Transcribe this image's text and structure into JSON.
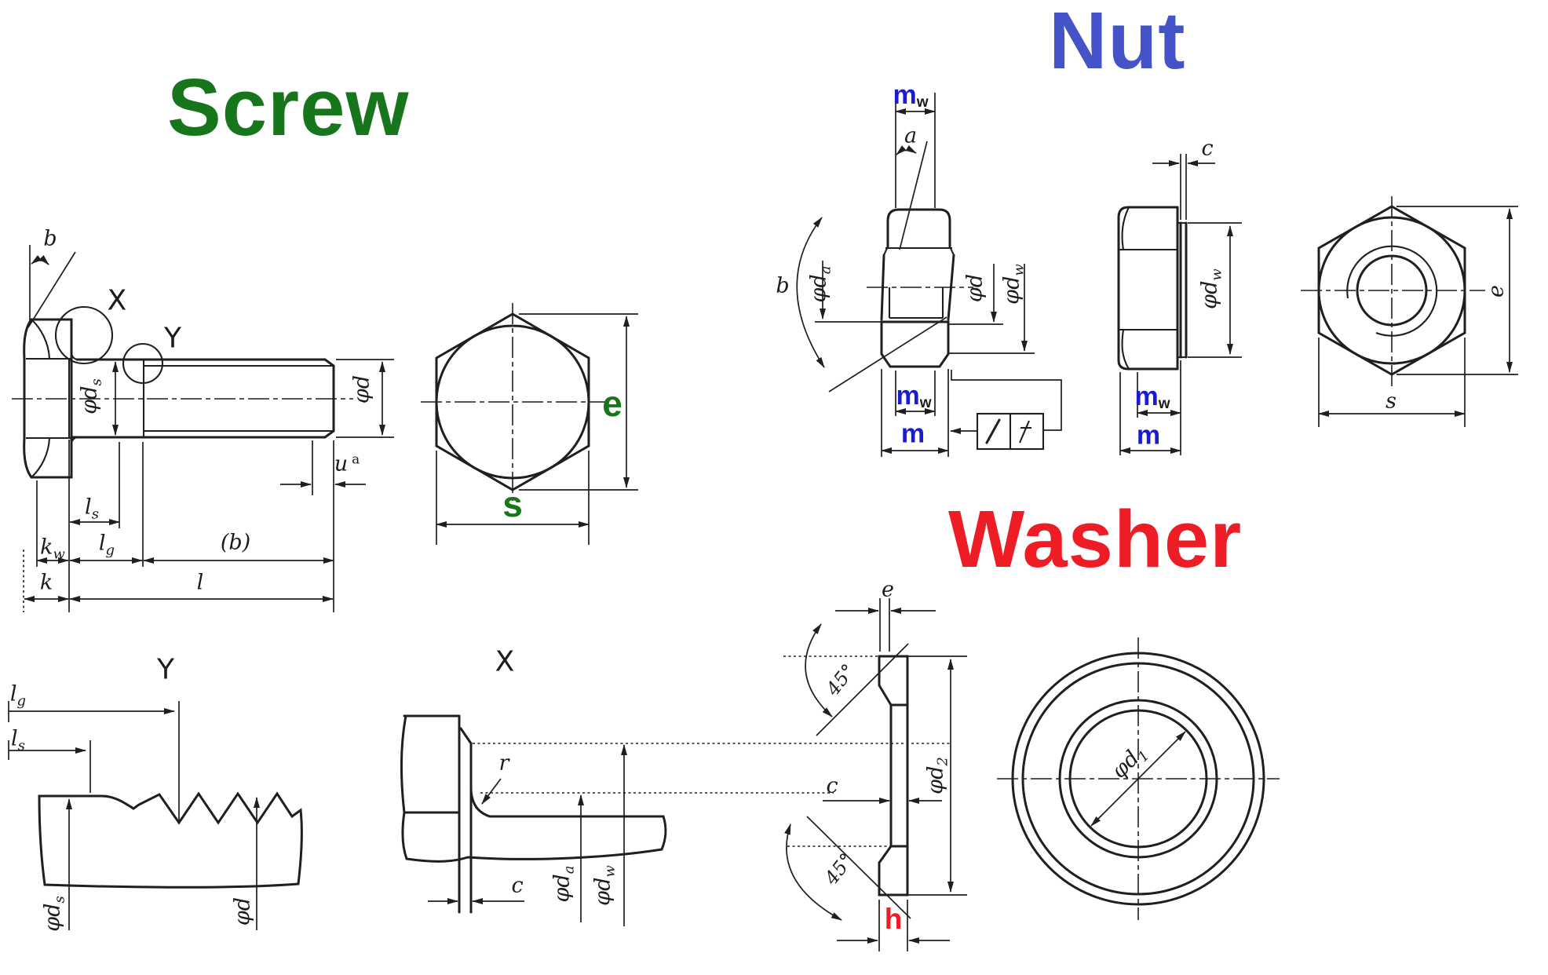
{
  "colors": {
    "screw_green": "#17761b",
    "nut_title_blue": "#4553c9",
    "label_blue": "#1b1bd0",
    "washer_red": "#ee1c24",
    "ink": "#1f1f1f"
  },
  "titles": {
    "screw": "Screw",
    "nut": "Nut",
    "washer": "Washer"
  },
  "screw": {
    "side": {
      "b": "b",
      "x_marker": "X",
      "y_marker": "Y",
      "phi_ds_base": "φd",
      "phi_ds_sub": "s",
      "phi_d": "φd",
      "u_base": "u",
      "u_sup": "a",
      "ls_base": "l",
      "ls_sub": "s",
      "lg_base": "l",
      "lg_sub": "g",
      "kw_base": "k",
      "kw_sub": "w",
      "b_paren": "(b)",
      "k": "k",
      "l": "l"
    },
    "hex": {
      "e": "e",
      "s": "s"
    }
  },
  "nut": {
    "section": {
      "mw_top_base": "m",
      "mw_top_sub": "w",
      "a": "a",
      "b": "b",
      "phi_da_base": "φd",
      "phi_da_sub": "a",
      "phi_d": "φd",
      "phi_dw_base": "φd",
      "phi_dw_sub": "w",
      "mw_base": "m",
      "mw_sub": "w",
      "m": "m"
    },
    "side": {
      "c": "c",
      "phi_dw_base": "φd",
      "phi_dw_sub": "w",
      "mw_base": "m",
      "mw_sub": "w",
      "m": "m"
    },
    "face": {
      "e": "e",
      "s": "s"
    }
  },
  "washer": {
    "section": {
      "e": "e",
      "angle_top": "45°",
      "c": "c",
      "phi_d2_base": "φd",
      "phi_d2_sub": "2",
      "angle_bottom": "45°",
      "h": "h"
    },
    "face": {
      "phi_d1_base": "φd",
      "phi_d1_sub": "1"
    }
  },
  "details": {
    "thread": {
      "title": "Y",
      "lg_base": "l",
      "lg_sub": "g",
      "ls_base": "l",
      "ls_sub": "s",
      "phi_ds_base": "φd",
      "phi_ds_sub": "s",
      "phi_d": "φd"
    },
    "fillet": {
      "title": "X",
      "r": "r",
      "c": "c",
      "phi_da_base": "φd",
      "phi_da_sub": "a",
      "phi_dw_base": "φd",
      "phi_dw_sub": "w"
    }
  }
}
